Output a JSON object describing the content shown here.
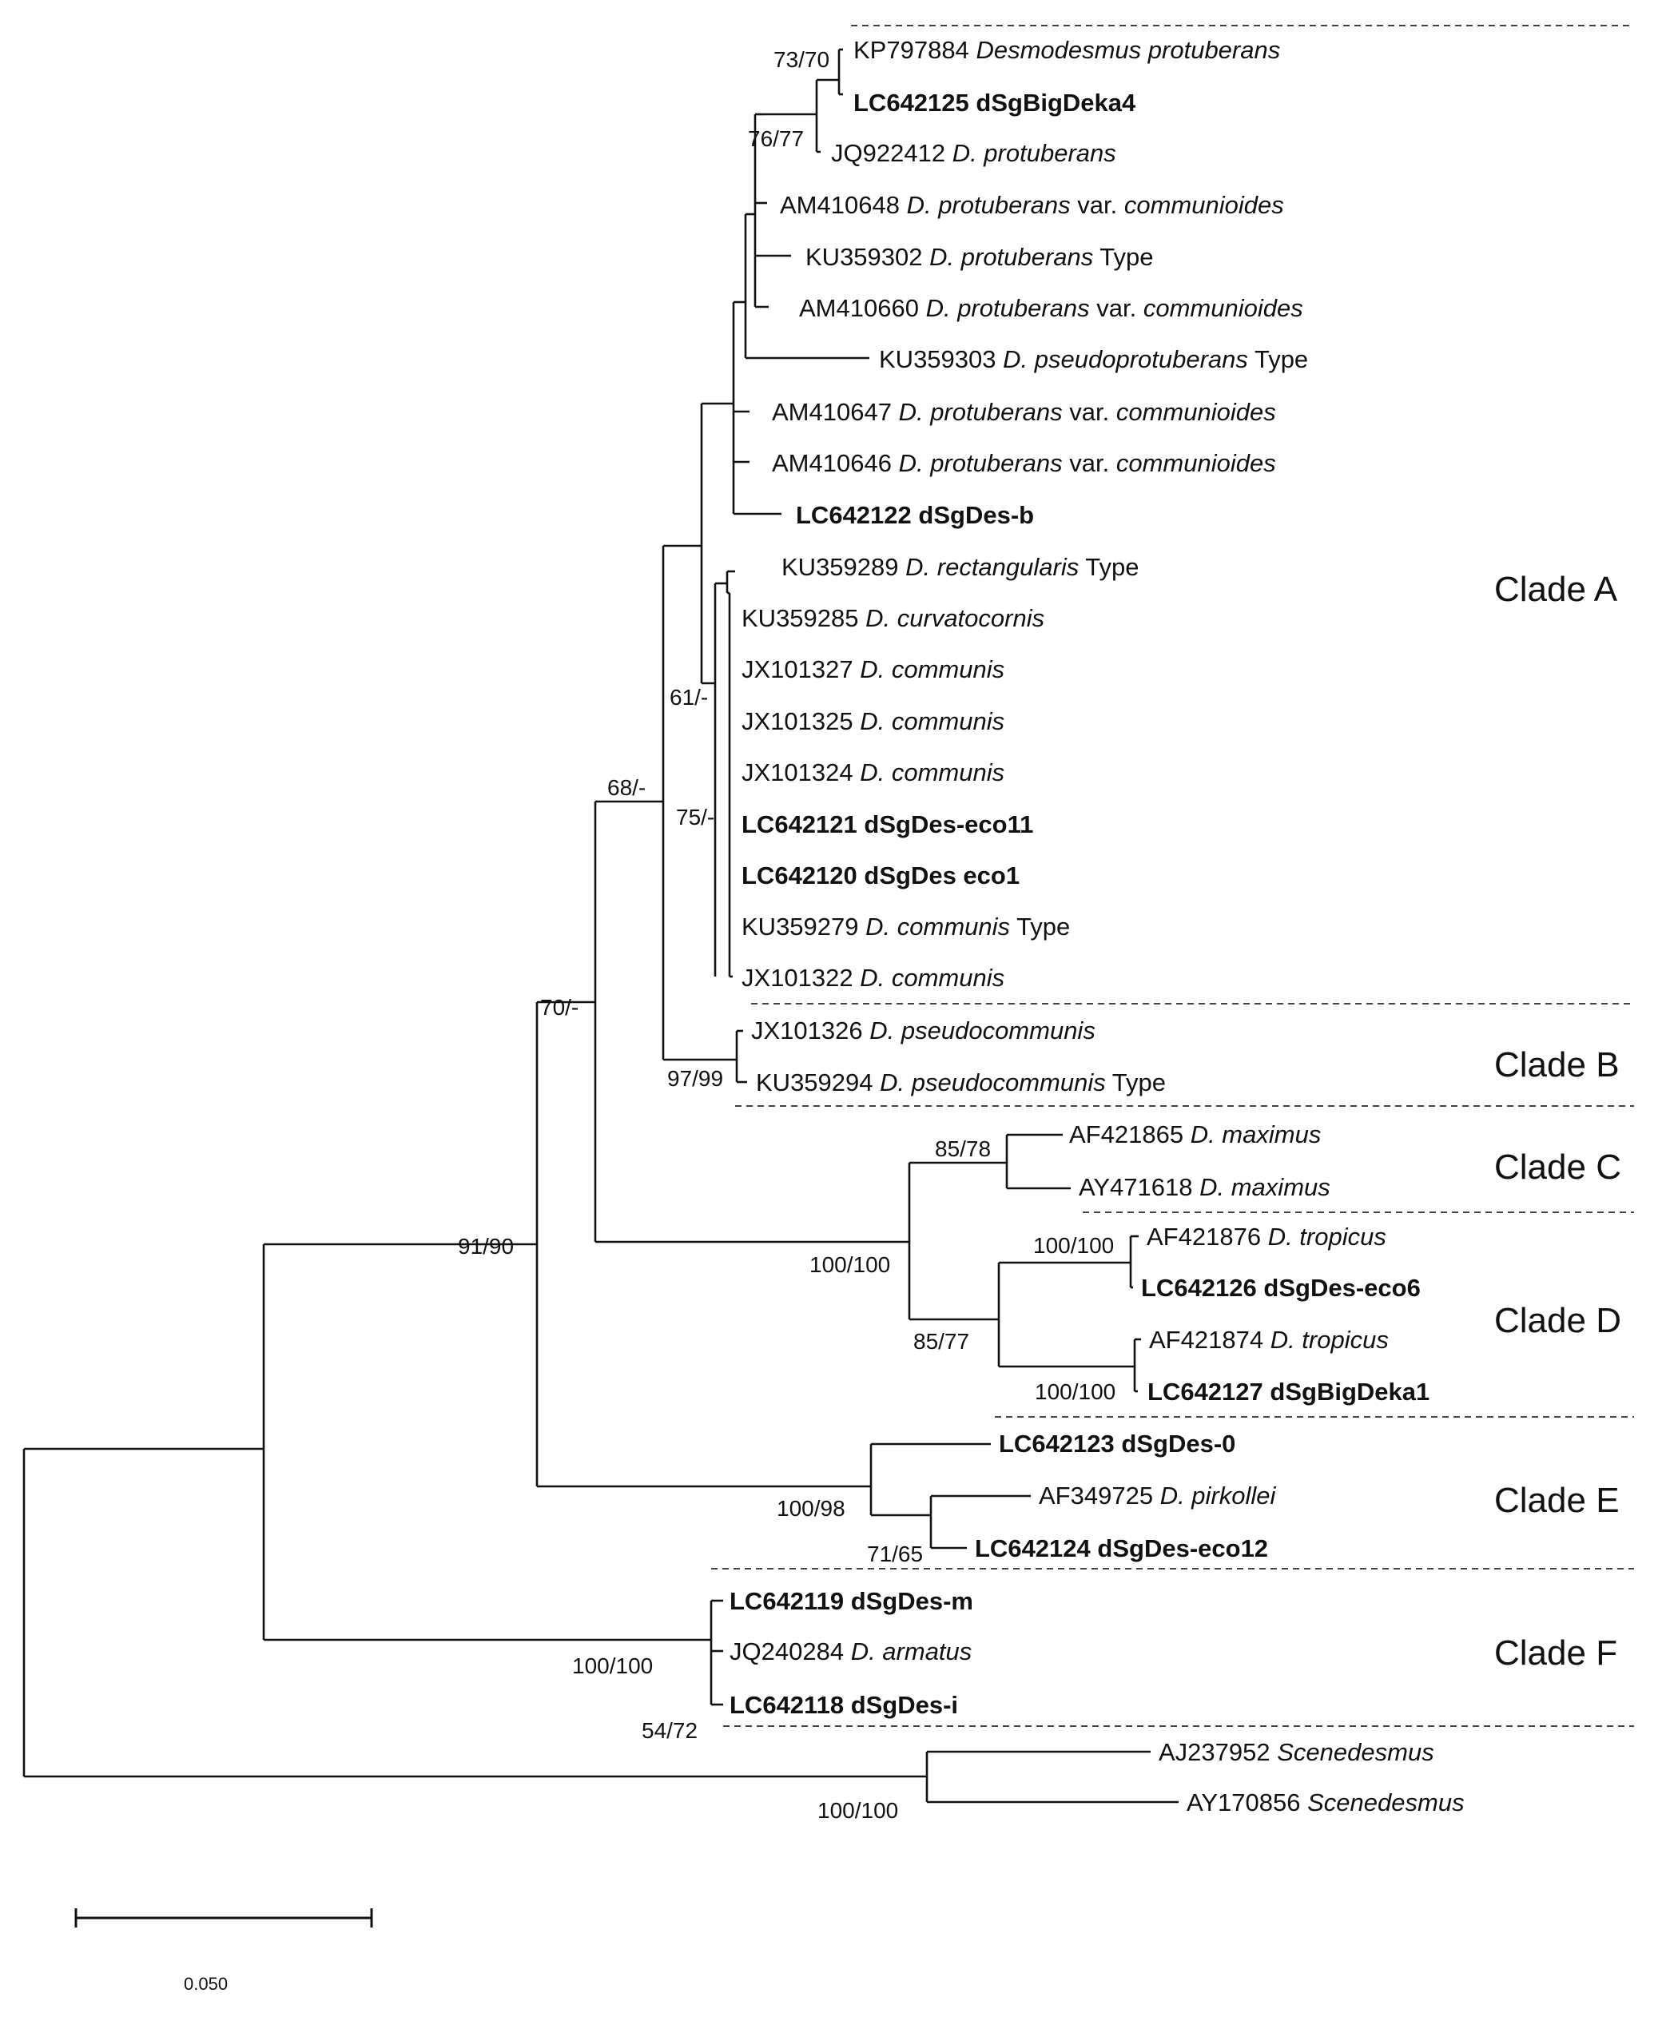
{
  "taxa": [
    {
      "accession": "KP797884",
      "name": "Desmodesmus protuberans",
      "bold": false
    },
    {
      "accession": "LC642125",
      "name": "dSgBigDeka4",
      "bold": true
    },
    {
      "accession": "JQ922412",
      "name": "D. protuberans",
      "bold": false
    },
    {
      "accession": "AM410648",
      "name": "D. protuberans",
      "suffix": "var.",
      "epithet": "communioides",
      "bold": false
    },
    {
      "accession": "KU359302",
      "name": "D. protuberans",
      "suffix": "Type",
      "bold": false
    },
    {
      "accession": "AM410660",
      "name": "D. protuberans",
      "suffix": "var.",
      "epithet": "communioides",
      "bold": false
    },
    {
      "accession": "KU359303",
      "name": "D. pseudoprotuberans",
      "suffix": "Type",
      "bold": false
    },
    {
      "accession": "AM410647",
      "name": "D. protuberans",
      "suffix": "var.",
      "epithet": "communioides",
      "bold": false
    },
    {
      "accession": "AM410646",
      "name": "D. protuberans",
      "suffix": "var.",
      "epithet": "communioides",
      "bold": false
    },
    {
      "accession": "LC642122",
      "name": "dSgDes-b",
      "bold": true
    },
    {
      "accession": "KU359289",
      "name": "D. rectangularis",
      "suffix": "Type",
      "bold": false
    },
    {
      "accession": "KU359285",
      "name": "D. curvatocornis",
      "bold": false
    },
    {
      "accession": "JX101327",
      "name": "D. communis",
      "bold": false
    },
    {
      "accession": "JX101325",
      "name": "D. communis",
      "bold": false
    },
    {
      "accession": "JX101324",
      "name": "D. communis",
      "bold": false
    },
    {
      "accession": "LC642121",
      "name": "dSgDes-eco11",
      "bold": true
    },
    {
      "accession": "LC642120",
      "name": "dSgDes eco1",
      "bold": true
    },
    {
      "accession": "KU359279",
      "name": "D. communis",
      "suffix": "Type",
      "bold": false
    },
    {
      "accession": "JX101322",
      "name": "D. communis",
      "bold": false
    },
    {
      "accession": "JX101326",
      "name": "D. pseudocommunis",
      "bold": false
    },
    {
      "accession": "KU359294",
      "name": "D. pseudocommunis",
      "suffix": "Type",
      "bold": false
    },
    {
      "accession": "AF421865",
      "name": "D. maximus",
      "bold": false
    },
    {
      "accession": "AY471618",
      "name": "D. maximus",
      "bold": false
    },
    {
      "accession": "AF421876",
      "name": "D. tropicus",
      "bold": false
    },
    {
      "accession": "LC642126",
      "name": "dSgDes-eco6",
      "bold": true
    },
    {
      "accession": "AF421874",
      "name": "D. tropicus",
      "bold": false
    },
    {
      "accession": "LC642127",
      "name": "dSgBigDeka1",
      "bold": true
    },
    {
      "accession": "LC642123",
      "name": "dSgDes-0",
      "bold": true
    },
    {
      "accession": "AF349725",
      "name": "D. pirkollei",
      "bold": false
    },
    {
      "accession": "LC642124",
      "name": "dSgDes-eco12",
      "bold": true
    },
    {
      "accession": "LC642119",
      "name": "dSgDes-m",
      "bold": true
    },
    {
      "accession": "JQ240284",
      "name": "D. armatus",
      "bold": false
    },
    {
      "accession": "LC642118",
      "name": "dSgDes-i",
      "bold": true
    },
    {
      "accession": "AJ237952",
      "name": "Scenedesmus",
      "bold": false
    },
    {
      "accession": "AY170856",
      "name": "Scenedesmus",
      "bold": false
    }
  ],
  "support_values": [
    "73/70",
    "76/77",
    "61/-",
    "75/-",
    "68/-",
    "70/-",
    "97/99",
    "85/78",
    "100/100",
    "100/100",
    "85/77",
    "100/100",
    "91/90",
    "100/98",
    "71/65",
    "100/100",
    "54/72",
    "100/100"
  ],
  "clades": [
    "Clade A",
    "Clade B",
    "Clade C",
    "Clade D",
    "Clade E",
    "Clade F"
  ],
  "scale_bar": {
    "label": "0.050"
  }
}
